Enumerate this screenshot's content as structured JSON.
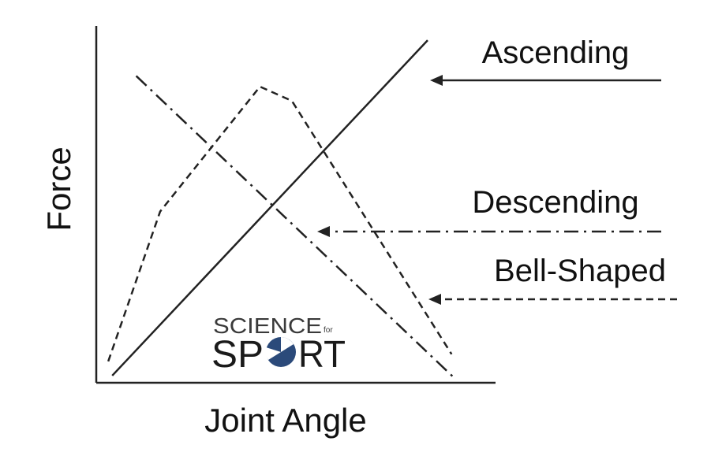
{
  "chart_data": {
    "type": "line",
    "title": "",
    "xlabel": "Joint Angle",
    "ylabel": "Force",
    "xlim": [
      0,
      100
    ],
    "ylim": [
      0,
      100
    ],
    "grid": false,
    "series": [
      {
        "name": "Ascending",
        "line_style": "solid",
        "points": [
          [
            4,
            2
          ],
          [
            83,
            96
          ]
        ]
      },
      {
        "name": "Descending",
        "line_style": "dash-dot",
        "points": [
          [
            10,
            86
          ],
          [
            90,
            1
          ]
        ]
      },
      {
        "name": "Bell-Shaped",
        "line_style": "dashed",
        "points": [
          [
            3,
            6
          ],
          [
            16,
            48
          ],
          [
            41,
            83
          ],
          [
            49,
            79
          ],
          [
            89,
            8
          ]
        ]
      }
    ],
    "annotations": [
      {
        "text": "Ascending",
        "series": "Ascending",
        "arrow_style": "solid"
      },
      {
        "text": "Descending",
        "series": "Descending",
        "arrow_style": "dash-dot"
      },
      {
        "text": "Bell-Shaped",
        "series": "Bell-Shaped",
        "arrow_style": "dashed"
      }
    ]
  },
  "logo": {
    "line1": "SCIENCE",
    "small": "for",
    "line2_left": "SP",
    "line2_right": "RT"
  },
  "colors": {
    "line": "#222222",
    "logo_dark": "#3a3a3a",
    "logo_blue": "#2b4a7a"
  }
}
